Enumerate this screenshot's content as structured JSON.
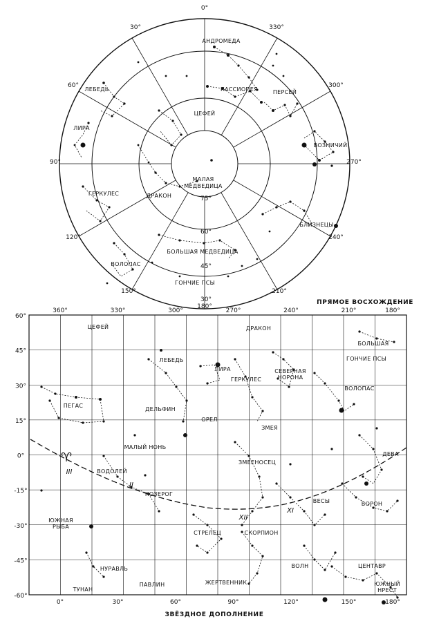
{
  "polar_chart": {
    "ra_labels": [
      "0°",
      "30°",
      "60°",
      "90°",
      "120°",
      "150°",
      "180°",
      "210°",
      "240°",
      "270°",
      "300°",
      "330°"
    ],
    "dec_labels": [
      "75°",
      "60°",
      "45°",
      "30°"
    ],
    "constellations": [
      "АНДРОМЕДА",
      "КАССИОПЕЯ",
      "ПЕРСЕЙ",
      "ЦЕФЕЙ",
      "ЛЕБЕДЬ",
      "ЛИРА",
      "ВОЗНИЧИЙ",
      "МАЛАЯ МЕДВЕДИЦА",
      "ГЕРКУЛЕС",
      "ДРАКОН",
      "БЛИЗНЕЦЫ",
      "БОЛЬШАЯ МЕДВЕДИЦА",
      "ВОЛОПАС",
      "ГОНЧИЕ ПСЫ"
    ]
  },
  "equatorial_chart": {
    "header": "ПРЯМОЕ ВОСХОЖДЕНИЕ",
    "footer": "ЗВЁЗДНОЕ ДОПОЛНЕНИЕ",
    "top_ra": [
      "360°",
      "330°",
      "300°",
      "270°",
      "240°",
      "210°",
      "180°"
    ],
    "bottom_sid": [
      "0°",
      "30°",
      "60°",
      "90°",
      "120°",
      "150°",
      "180°"
    ],
    "dec_labels": [
      "60°",
      "45°",
      "30°",
      "15°",
      "0°",
      "-15°",
      "-30°",
      "-45°",
      "-60°"
    ],
    "constellations": [
      "ЦЕФЕЙ",
      "ДРАКОН",
      "БОЛЬШАЯ",
      "ЛЕБЕДЬ",
      "ЛИРА",
      "ГЕРКУЛЕС",
      "СЕВЕРНАЯ НОРОНА",
      "ГОНЧИЕ ПСЫ",
      "ВОЛОПАС",
      "ПЕГАС",
      "ДЕЛЬФИН",
      "ОРЕЛ",
      "ЗМЕЯ",
      "МАЛЫЙ НОНЬ",
      "ЗМЕЕНОСЕЦ",
      "ДЕВА",
      "ВОДОЛЕЙ",
      "КОЗЕРОГ",
      "ВЕСЫ",
      "ВОРОН",
      "ЮЖНАЯ РЫБА",
      "СТРЕЛЕЦ",
      "СКОРПИОН",
      "НУРАВЛЬ",
      "ВОЛН",
      "ЦЕНТАВР",
      "ЮЖНЫЙ НРЕСТ",
      "ТУНАН",
      "ПАВЛИН",
      "ЖЕРТВЕННИК"
    ],
    "ecliptic_marks": [
      "III",
      "II",
      "XII",
      "XI"
    ]
  },
  "colors": {
    "ink": "#111111",
    "paper": "#ffffff"
  }
}
